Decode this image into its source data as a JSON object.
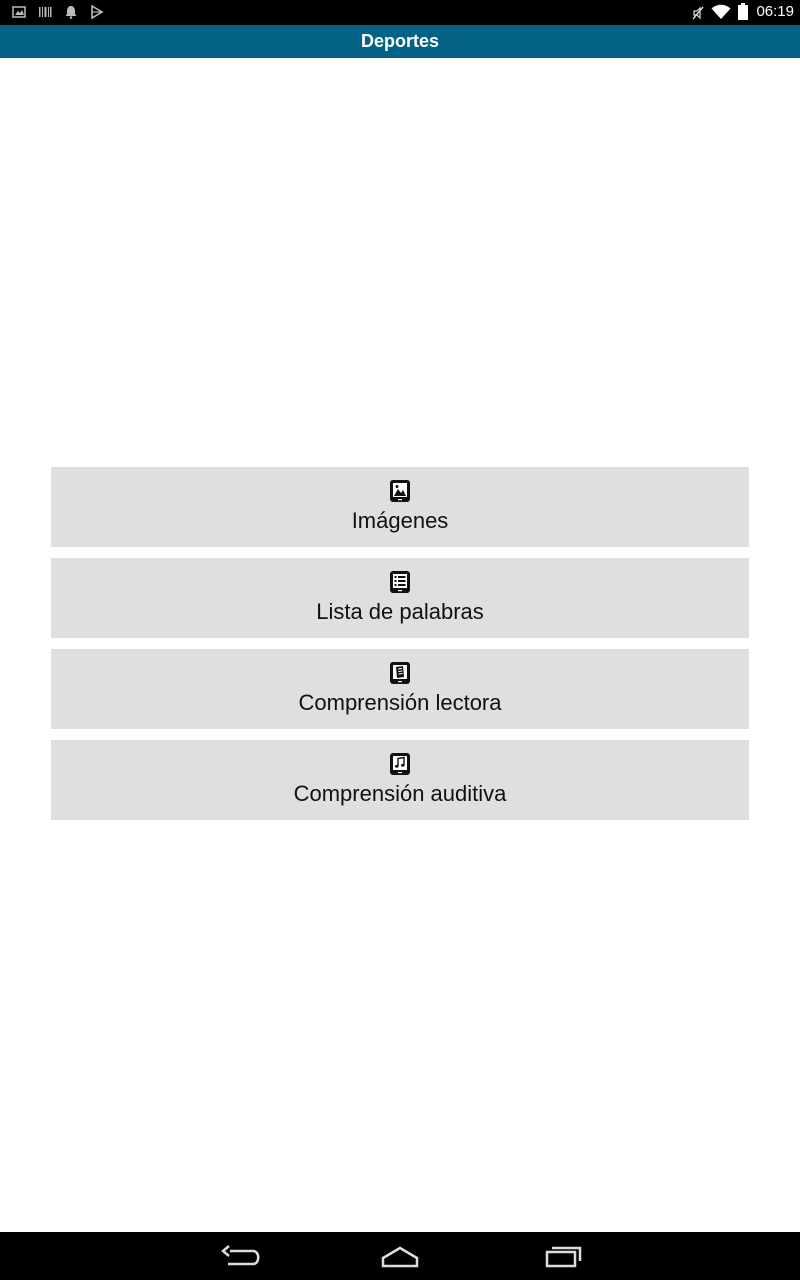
{
  "status_bar": {
    "time": "06:19",
    "left_icons": [
      "image-notification-icon",
      "barcode-icon",
      "bell-icon",
      "play-store-icon"
    ],
    "right_icons": [
      "mute-icon",
      "wifi-icon",
      "battery-icon"
    ]
  },
  "action_bar": {
    "title": "Deportes",
    "color": "#036285"
  },
  "menu": {
    "items": [
      {
        "label": "Imágenes",
        "icon": "image-tablet-icon"
      },
      {
        "label": "Lista de palabras",
        "icon": "word-list-tablet-icon"
      },
      {
        "label": "Comprensión lectora",
        "icon": "reading-tablet-icon"
      },
      {
        "label": "Comprensión auditiva",
        "icon": "music-tablet-icon"
      }
    ]
  },
  "nav_bar": {
    "buttons": [
      "back-icon",
      "home-icon",
      "recent-apps-icon"
    ]
  }
}
